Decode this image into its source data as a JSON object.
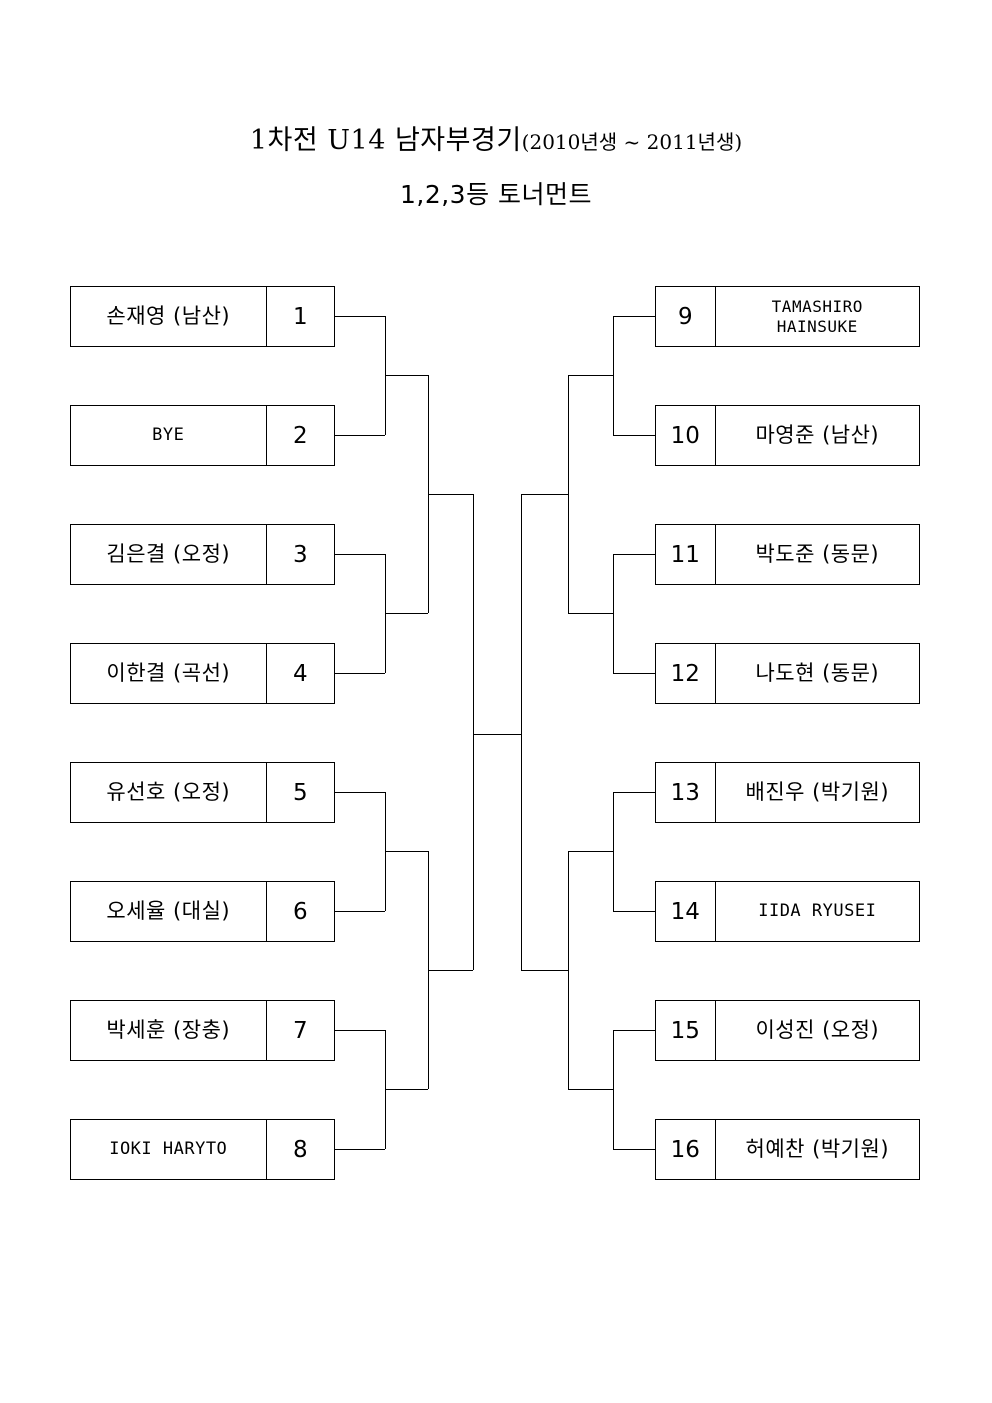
{
  "header": {
    "title_main": "1차전  U14  남자부경기",
    "title_years": "(2010년생 ~ 2011년생)",
    "title_sub": "1,2,3등  토너먼트"
  },
  "bracket": {
    "type": "single-elimination",
    "size": 16,
    "left_seeds": [
      {
        "seed": "1",
        "name": "손재영 (남산)",
        "script": "ko"
      },
      {
        "seed": "2",
        "name": "BYE",
        "script": "latin"
      },
      {
        "seed": "3",
        "name": "김은결 (오정)",
        "script": "ko"
      },
      {
        "seed": "4",
        "name": "이한결 (곡선)",
        "script": "ko"
      },
      {
        "seed": "5",
        "name": "유선호 (오정)",
        "script": "ko"
      },
      {
        "seed": "6",
        "name": "오세율 (대실)",
        "script": "ko"
      },
      {
        "seed": "7",
        "name": "박세훈 (장충)",
        "script": "ko"
      },
      {
        "seed": "8",
        "name": "IOKI HARYTO",
        "script": "latin"
      }
    ],
    "right_seeds": [
      {
        "seed": "9",
        "name": "TAMASHIRO HAINSUKE",
        "name_line1": "TAMASHIRO",
        "name_line2": "HAINSUKE",
        "script": "latin",
        "lines": 2
      },
      {
        "seed": "10",
        "name": "마영준 (남산)",
        "script": "ko"
      },
      {
        "seed": "11",
        "name": "박도준 (동문)",
        "script": "ko"
      },
      {
        "seed": "12",
        "name": "나도현 (동문)",
        "script": "ko"
      },
      {
        "seed": "13",
        "name": "배진우 (박기원)",
        "script": "ko"
      },
      {
        "seed": "14",
        "name": "IIDA RYUSEI",
        "script": "latin"
      },
      {
        "seed": "15",
        "name": "이성진 (오정)",
        "script": "ko"
      },
      {
        "seed": "16",
        "name": "허예찬 (박기원)",
        "script": "ko"
      }
    ]
  },
  "colors": {
    "line": "#000000",
    "background": "#ffffff",
    "text": "#000000"
  }
}
